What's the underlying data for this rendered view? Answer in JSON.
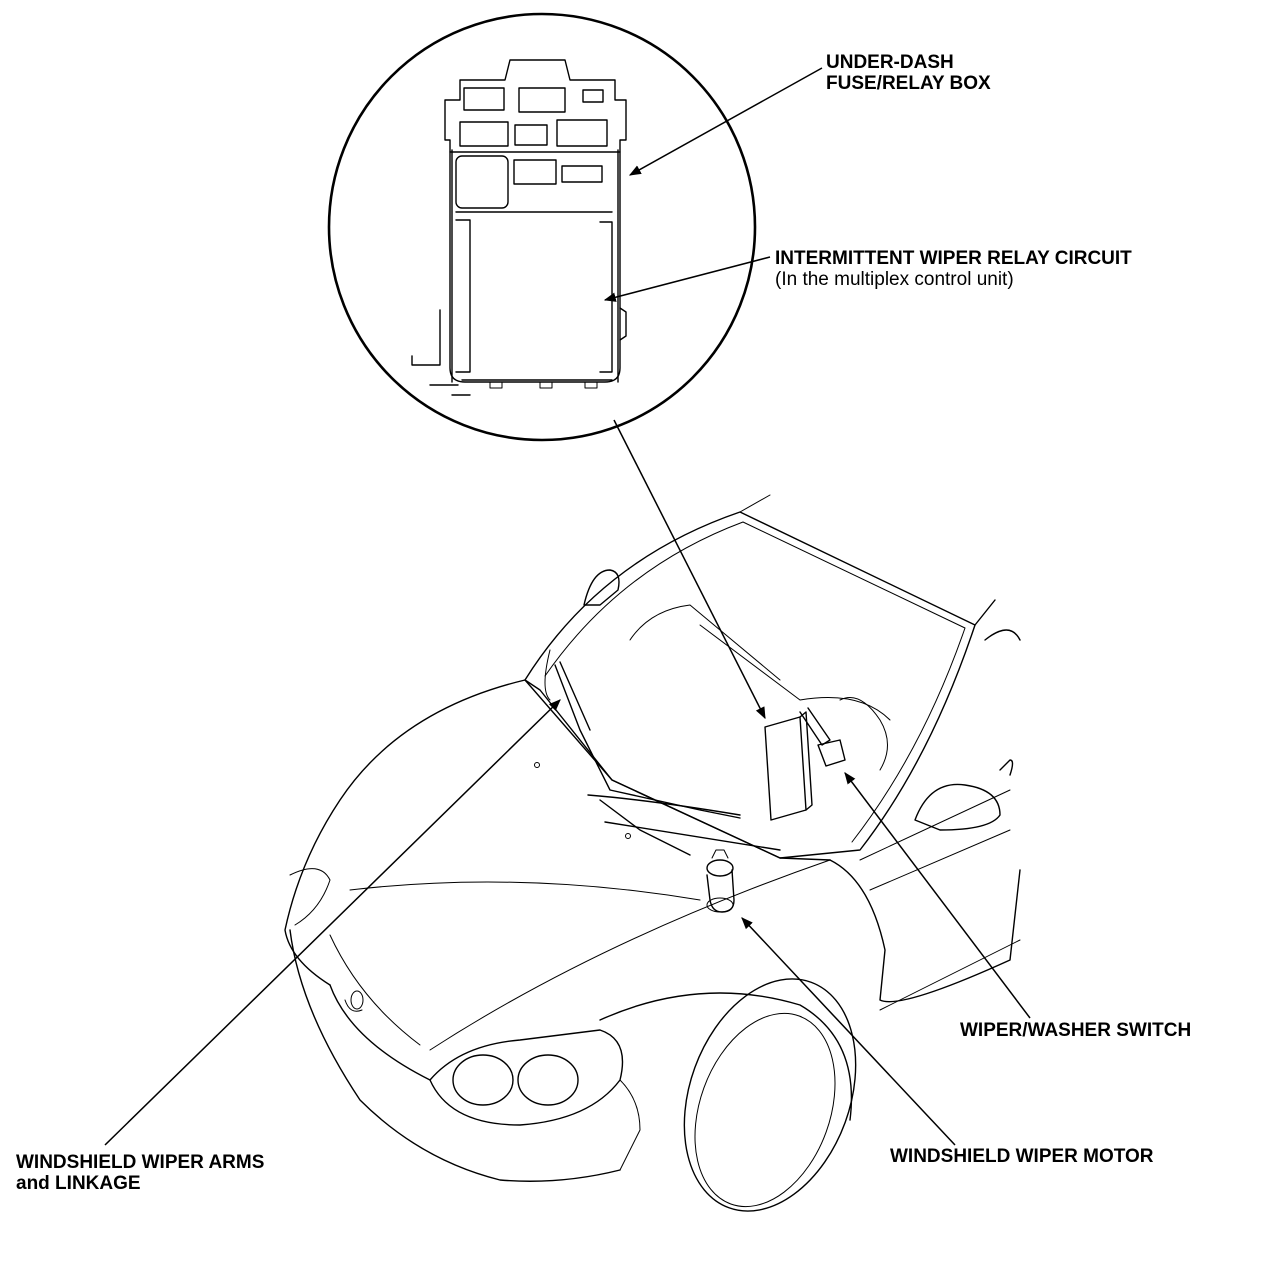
{
  "labels": {
    "fuse_box": [
      "UNDER-DASH",
      "FUSE/RELAY BOX"
    ],
    "relay_circuit": "INTERMITTENT WIPER RELAY CIRCUIT",
    "relay_circuit_note": "(In the multiplex control unit)",
    "washer_switch": "WIPER/WASHER SWITCH",
    "wiper_motor": "WINDSHIELD WIPER MOTOR",
    "wiper_arms": [
      "WINDSHIELD WIPER ARMS",
      "and LINKAGE"
    ]
  }
}
